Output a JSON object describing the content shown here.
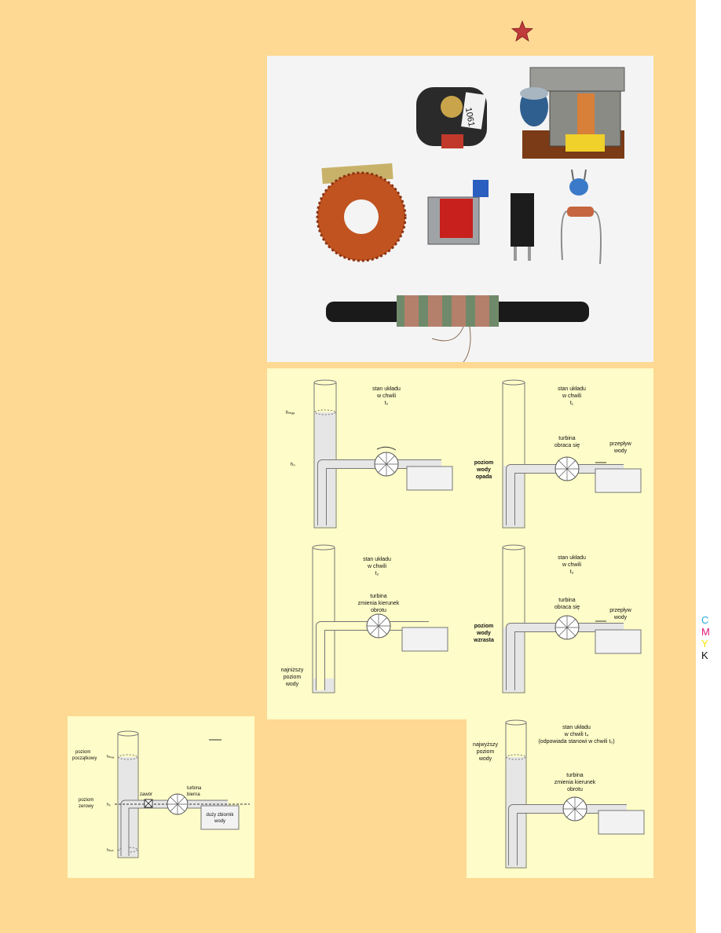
{
  "colors": {
    "page_bg": "#fdd993",
    "panel_bg": "#fefcc8",
    "water": "#e4e4e4",
    "star": "#c0393b"
  },
  "cmyk": [
    {
      "letter": "C",
      "color": "#29a8e0"
    },
    {
      "letter": "M",
      "color": "#e5157a"
    },
    {
      "letter": "Y",
      "color": "#f3e600"
    },
    {
      "letter": "K",
      "color": "#111111"
    }
  ],
  "panel1": {
    "title": [
      "stan układu",
      "w chwili",
      "t₀"
    ],
    "h_max": "hₘₐₓ",
    "h0": "h₀"
  },
  "panel2": {
    "title": [
      "stan układu",
      "w chwili",
      "t₁"
    ],
    "turbine": [
      "turbina",
      "obraca się"
    ],
    "flow": [
      "przepływ",
      "wody"
    ],
    "level": [
      "poziom",
      "wody",
      "opada"
    ]
  },
  "panel3": {
    "title": [
      "stan układu",
      "w chwili",
      "t₂"
    ],
    "turbine": [
      "turbina",
      "zmienia kierunek",
      "obrotu"
    ],
    "level": [
      "najniższy",
      "poziom",
      "wody"
    ]
  },
  "panel4": {
    "title": [
      "stan układu",
      "w chwili",
      "t₃"
    ],
    "turbine": [
      "turbina",
      "obraca się"
    ],
    "flow": [
      "przepływ",
      "wody"
    ],
    "level": [
      "poziom",
      "wody",
      "wzrasta"
    ]
  },
  "panel5": {
    "start_level": [
      "poziom",
      "początkowy"
    ],
    "zero_level": [
      "poziom",
      "zerowy"
    ],
    "h_max": "hₘₐₓ",
    "h0": "h₀",
    "h_min": "hₘᵢₙ",
    "valve": "zawór",
    "turbine": [
      "turbina",
      "bierna"
    ],
    "tank": [
      "duży zbiornik",
      "wody"
    ]
  },
  "panel6": {
    "title": [
      "stan układu",
      "w chwili t₄",
      "(odpowiada stanowi w chwili t₀)"
    ],
    "level": [
      "najwyższy",
      "poziom",
      "wody"
    ],
    "turbine": [
      "turbina",
      "zmienia kierunek",
      "obrotu"
    ]
  }
}
